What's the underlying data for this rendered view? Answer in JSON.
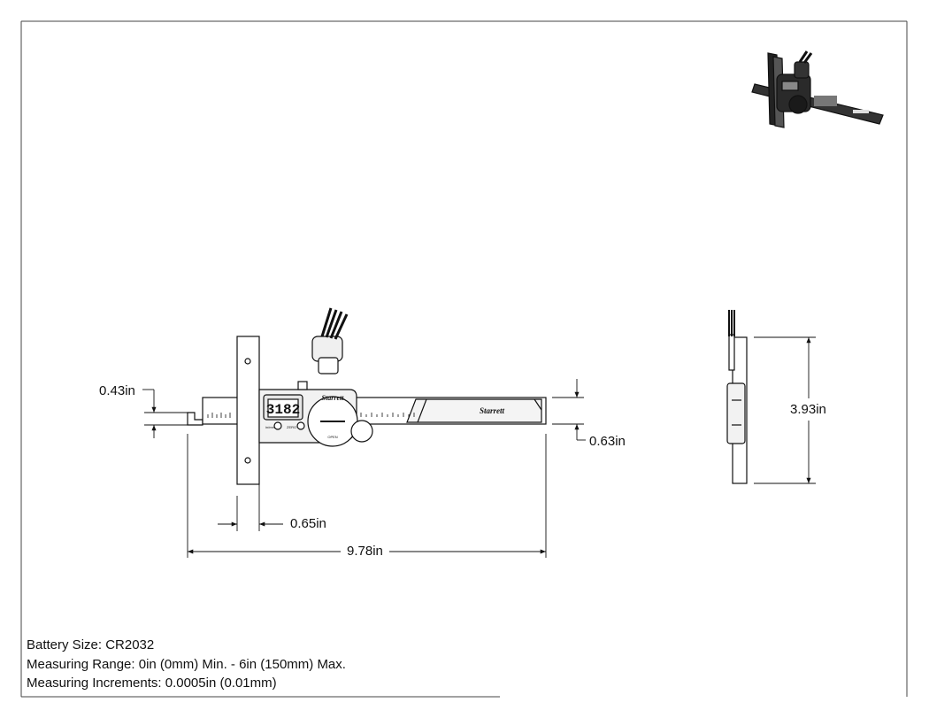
{
  "dimensions": {
    "blade_height": "0.43in",
    "beam_height": "0.63in",
    "base_thickness": "0.65in",
    "overall_length": "9.78in",
    "side_height": "3.93in"
  },
  "display": {
    "reading": "3182",
    "brand": "Starrett",
    "inch_mm_button": "in/mm",
    "zero_button": "ZERO",
    "lock_label": "OPEN"
  },
  "notes": [
    "Battery Size: CR2032",
    "Measuring Range: 0in (0mm) Min. - 6in (150mm) Max.",
    "Measuring Increments: 0.0005in (0.01mm)"
  ],
  "colors": {
    "line": "#111111",
    "body_fill": "#f2f2f2",
    "lcd_fill": "#e6e6e6"
  }
}
